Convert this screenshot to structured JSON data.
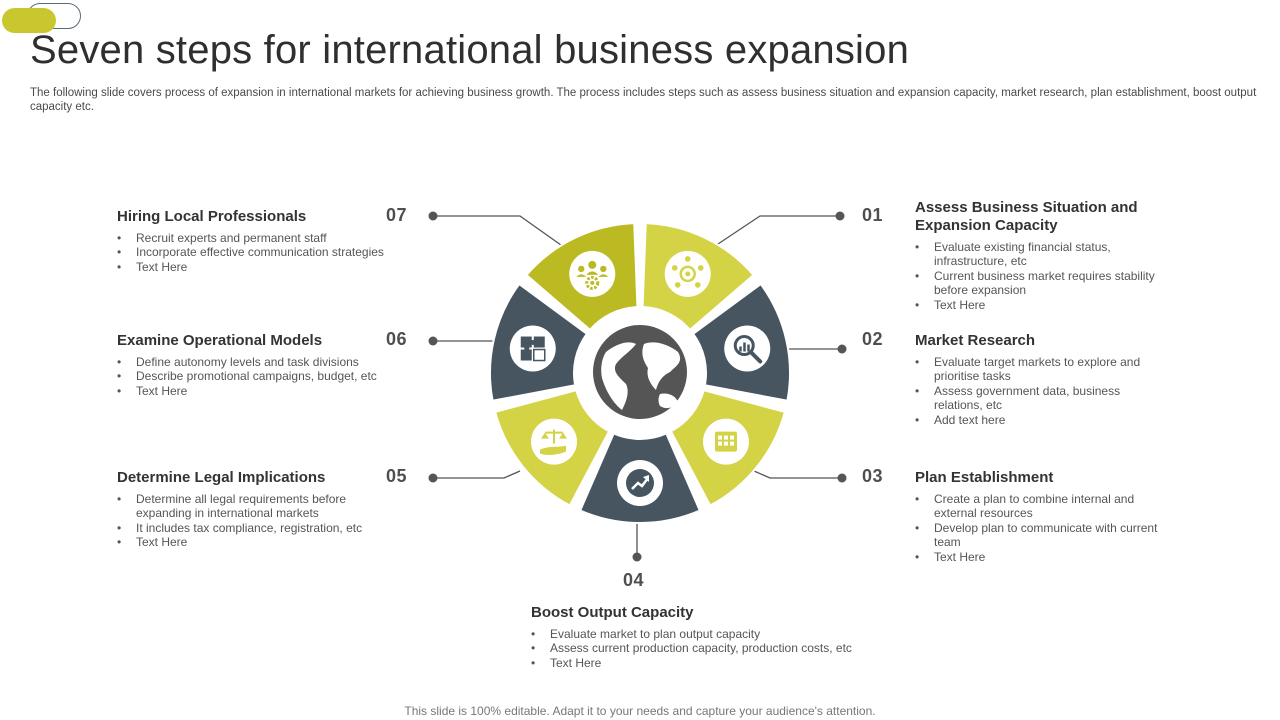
{
  "slide": {
    "title": "Seven steps for international business expansion",
    "subtitle": "The following slide covers process of expansion in international markets for achieving business growth. The process includes steps such as assess business situation and expansion capacity, market research, plan establishment, boost output capacity etc.",
    "footer": "This slide is 100% editable. Adapt it to your needs and capture your audience's attention."
  },
  "colors": {
    "olive": "#bcba22",
    "lime": "#d4d346",
    "slate": "#475560",
    "globe": "#555555"
  },
  "steps": [
    {
      "number": "01",
      "title": "Assess Business Situation and Expansion Capacity",
      "bullets": [
        "Evaluate existing financial status, infrastructure, etc",
        "Current business market requires stability before expansion",
        "Text Here"
      ],
      "icon": "network-gear-icon"
    },
    {
      "number": "02",
      "title": "Market Research",
      "bullets": [
        "Evaluate target markets to explore and prioritise tasks",
        "Assess government data, business relations, etc",
        "Add text here"
      ],
      "icon": "magnifier-chart-icon"
    },
    {
      "number": "03",
      "title": "Plan Establishment",
      "bullets": [
        "Create a plan to combine internal and external resources",
        "Develop plan to communicate with current team",
        "Text Here"
      ],
      "icon": "calendar-grid-icon"
    },
    {
      "number": "04",
      "title": "Boost Output Capacity",
      "bullets": [
        "Evaluate market to plan output capacity",
        "Assess current production capacity, production costs, etc",
        "Text Here"
      ],
      "icon": "growth-arrow-icon"
    },
    {
      "number": "05",
      "title": "Determine Legal Implications",
      "bullets": [
        "Determine all legal requirements before expanding in international markets",
        "It includes tax compliance, registration, etc",
        "Text Here"
      ],
      "icon": "hand-scales-icon"
    },
    {
      "number": "06",
      "title": "Examine Operational Models",
      "bullets": [
        "Define autonomy levels and task divisions",
        "Describe promotional campaigns, budget, etc",
        "Text Here"
      ],
      "icon": "puzzle-icon"
    },
    {
      "number": "07",
      "title": "Hiring Local Professionals",
      "bullets": [
        "Recruit experts and permanent staff",
        "Incorporate effective communication strategies",
        "Text Here"
      ],
      "icon": "team-gear-icon"
    }
  ]
}
